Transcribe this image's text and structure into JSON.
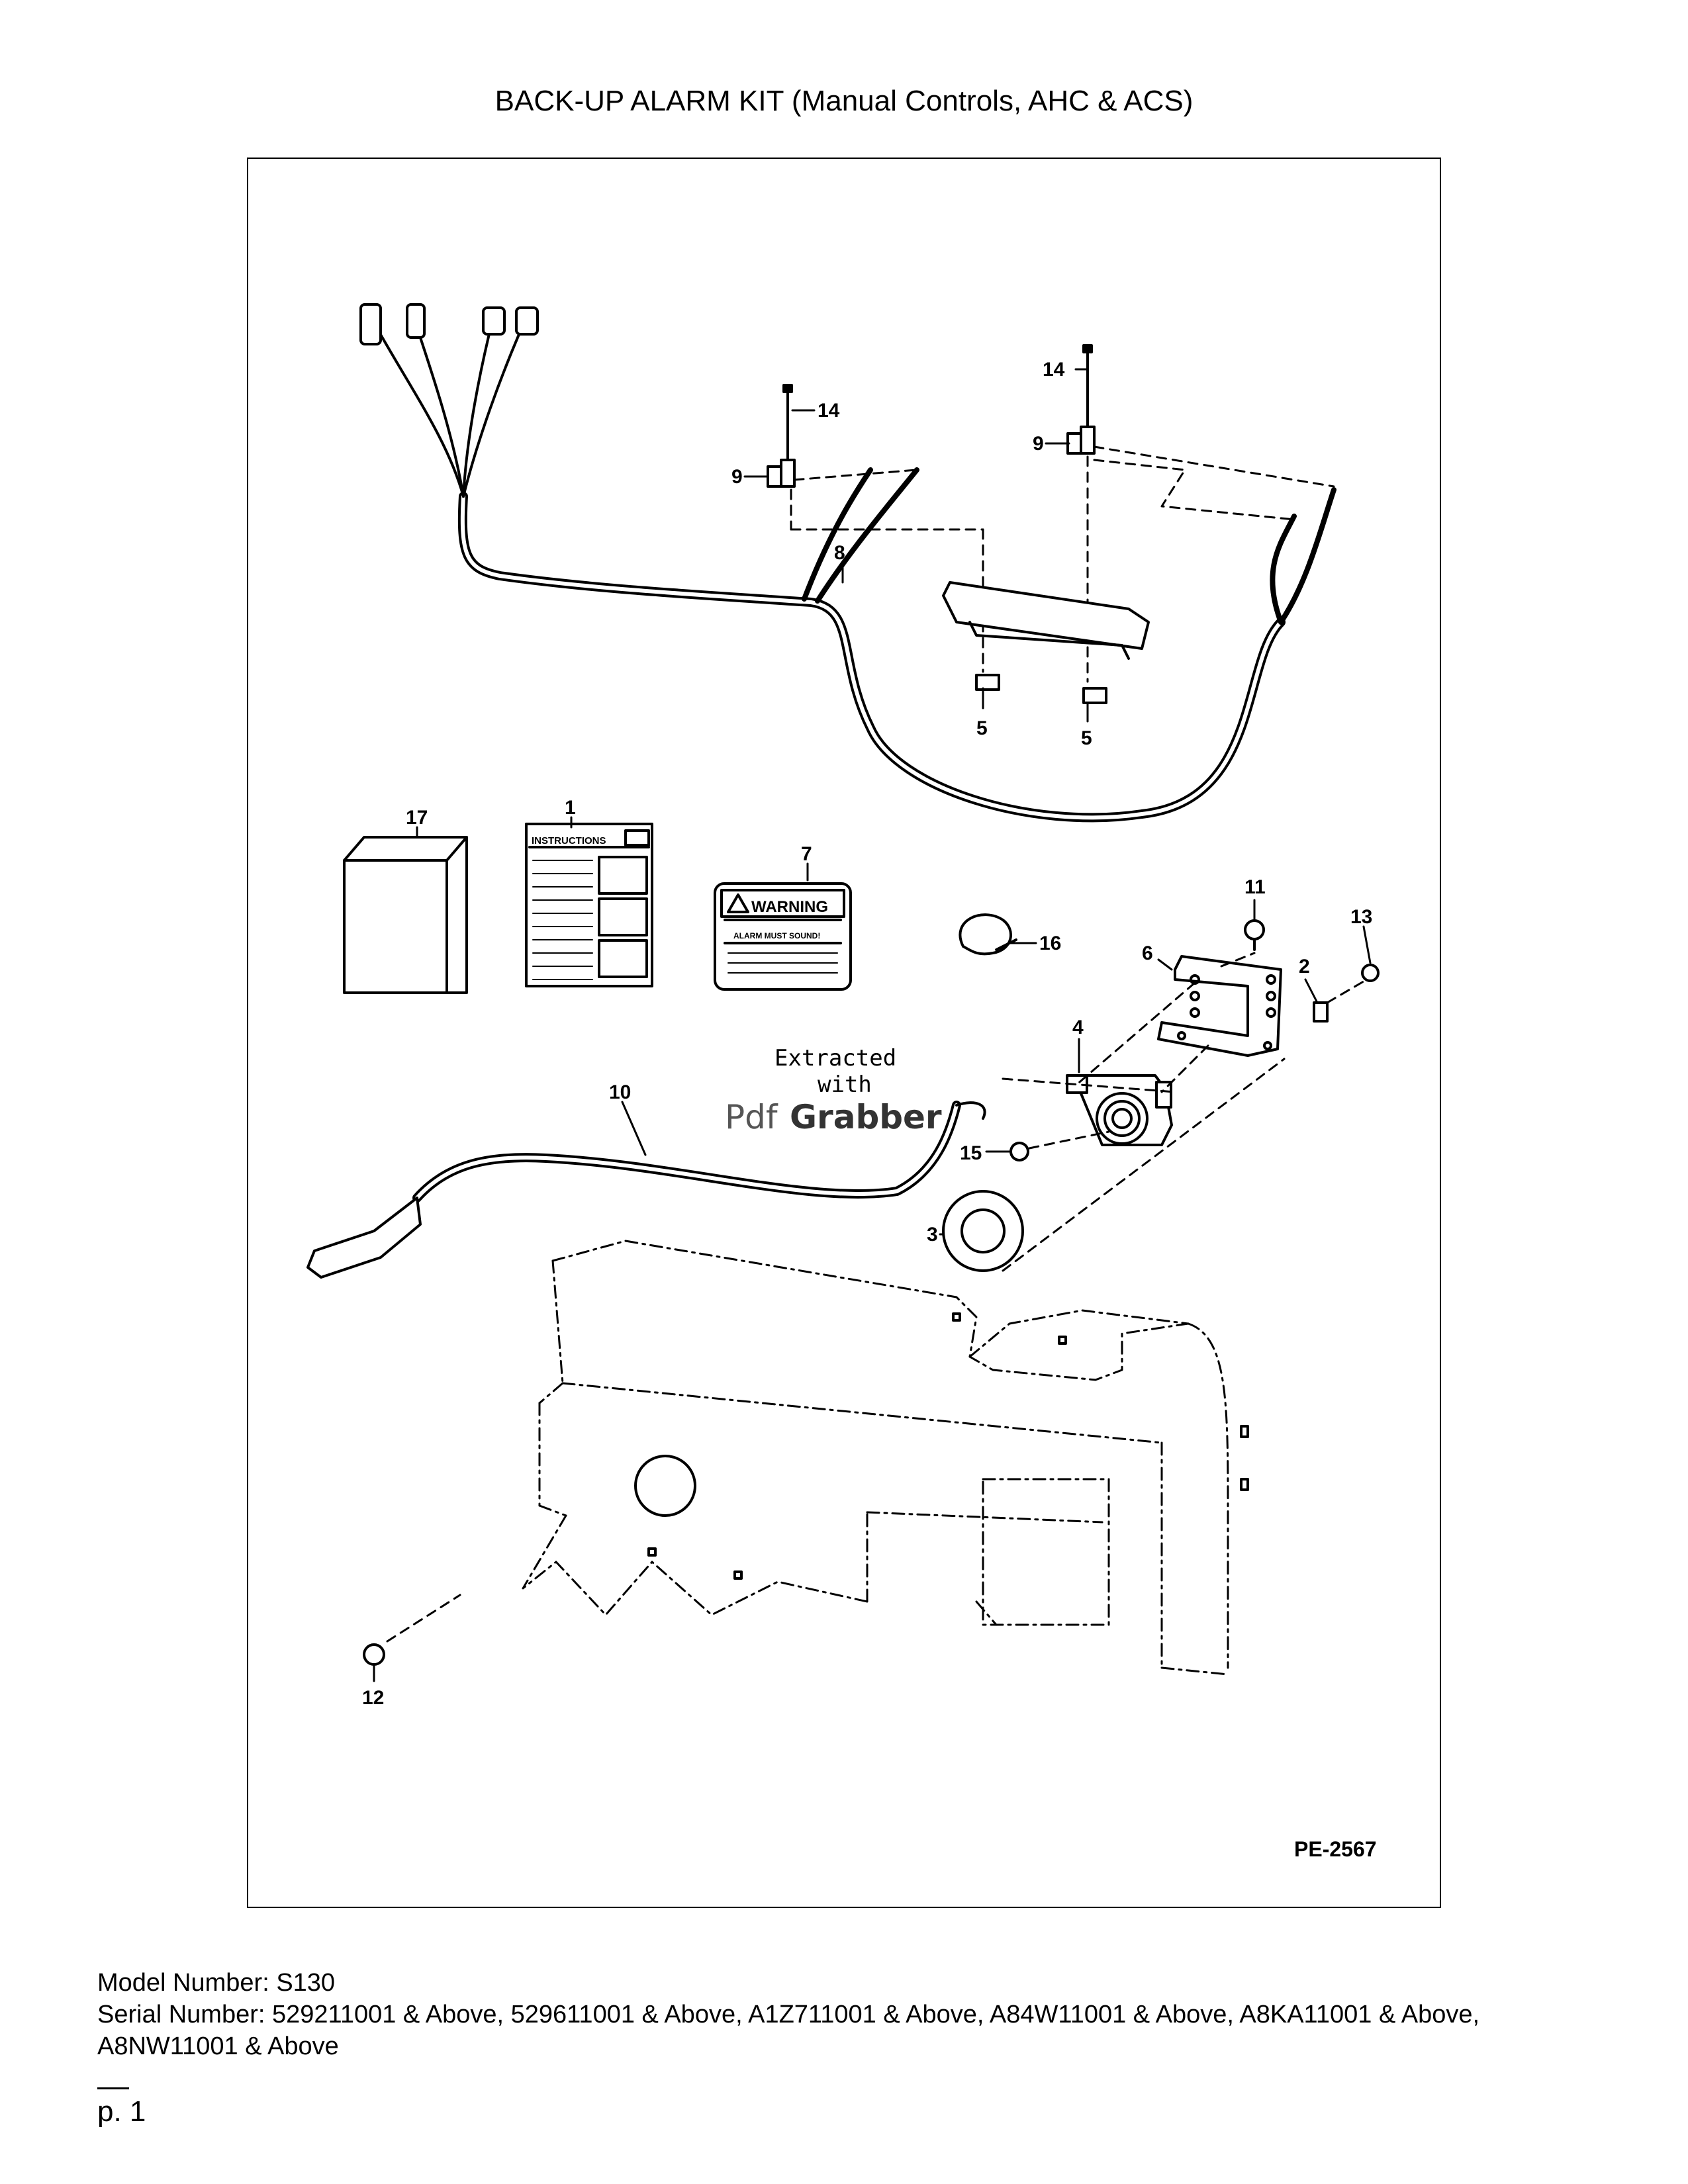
{
  "page": {
    "title": "BACK-UP ALARM KIT (Manual Controls, AHC & ACS)",
    "model_number": "Model Number: S130",
    "serial_number": "Serial Number: 529211001 & Above, 529611001 & Above, A1Z711001 & Above, A84W11001 & Above, A8KA11001 & Above, A8NW11001 & Above",
    "page_number": "p. 1"
  },
  "figure": {
    "drawing_id": "PE-2567",
    "callouts": {
      "c1": "1",
      "c2": "2",
      "c3": "3",
      "c4": "4",
      "c5a": "5",
      "c5b": "5",
      "c6": "6",
      "c7": "7",
      "c8": "8",
      "c9a": "9",
      "c9b": "9",
      "c10": "10",
      "c11": "11",
      "c12": "12",
      "c13": "13",
      "c14a": "14",
      "c14b": "14",
      "c15": "15",
      "c16": "16",
      "c17": "17"
    },
    "instructions_label": "INSTRUCTIONS",
    "warning_label": "WARNING",
    "warning_text": "ALARM MUST SOUND!",
    "watermark_line1": "Extracted",
    "watermark_line2": "with",
    "watermark_brand_a": "Pdf",
    "watermark_brand_b": "Grabber"
  }
}
